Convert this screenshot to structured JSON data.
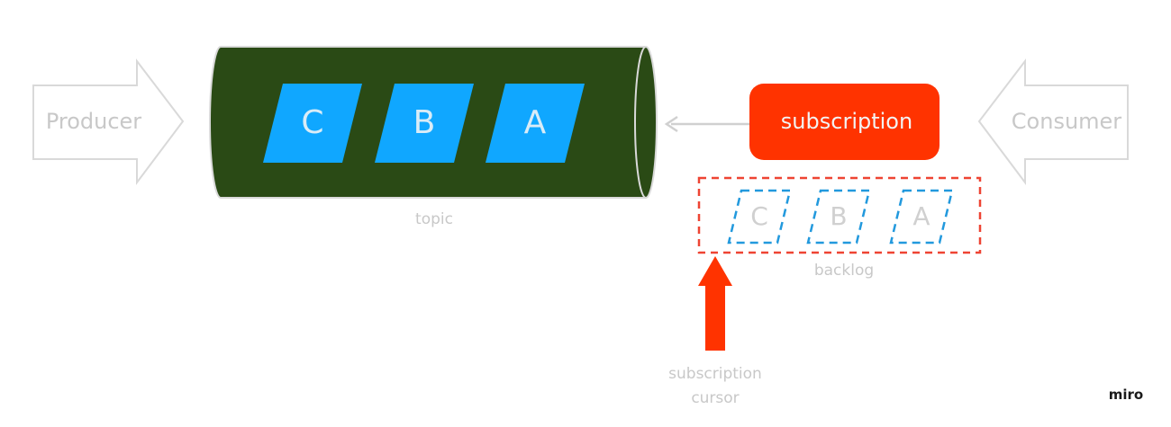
{
  "producer": {
    "label": "Producer"
  },
  "consumer": {
    "label": "Consumer"
  },
  "topic": {
    "label": "topic",
    "messages": [
      "C",
      "B",
      "A"
    ]
  },
  "subscription": {
    "label": "subscription"
  },
  "backlog": {
    "label": "backlog",
    "messages": [
      "C",
      "B",
      "A"
    ]
  },
  "cursor": {
    "line1": "subscription",
    "line2": "cursor"
  },
  "watermark": "miro",
  "colors": {
    "topic_fill": "#2a4a15",
    "message_fill": "#10a7ff",
    "subscription_fill": "#ff3300",
    "backlog_border": "#ee4433",
    "backlog_message_border": "#2299dd",
    "outline_gray": "#d9d9d9",
    "label_gray": "#c8c8c8"
  }
}
